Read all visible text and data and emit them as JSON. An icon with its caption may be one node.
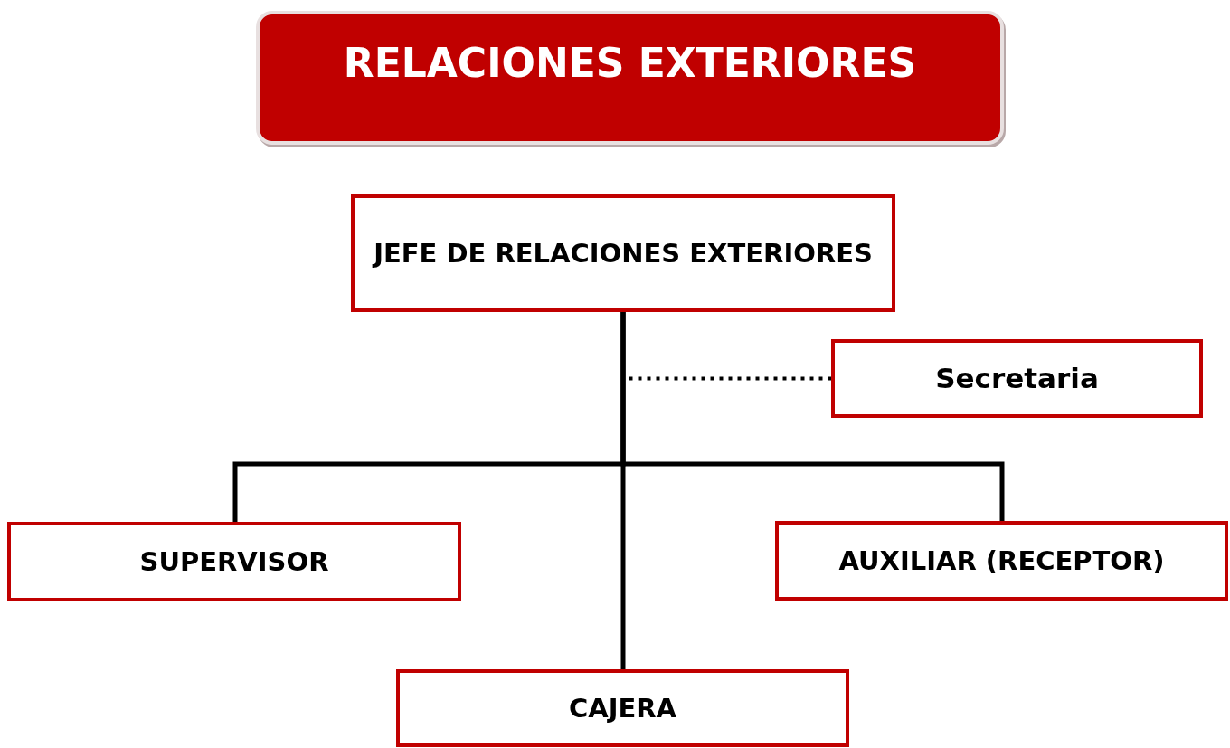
{
  "diagram": {
    "title": "RELACIONES EXTERIORES",
    "nodes": [
      {
        "text": [
          "JEFE DE RELACIONES EXTERIORES"
        ]
      },
      {
        "text": [
          "Secretaria"
        ]
      },
      {
        "text": [
          "SUPERVISOR"
        ]
      },
      {
        "text": [
          "AUXILIAR (RECEPTOR)"
        ]
      },
      {
        "text": [
          "CAJERA"
        ]
      }
    ],
    "edges": [
      {
        "from": 0,
        "to": 1,
        "arrow": "none",
        "style": "dashed"
      },
      {
        "from": 0,
        "to": 2,
        "arrow": "none"
      },
      {
        "from": 0,
        "to": 3,
        "arrow": "none"
      },
      {
        "from": 0,
        "to": 4,
        "arrow": "none"
      }
    ]
  }
}
